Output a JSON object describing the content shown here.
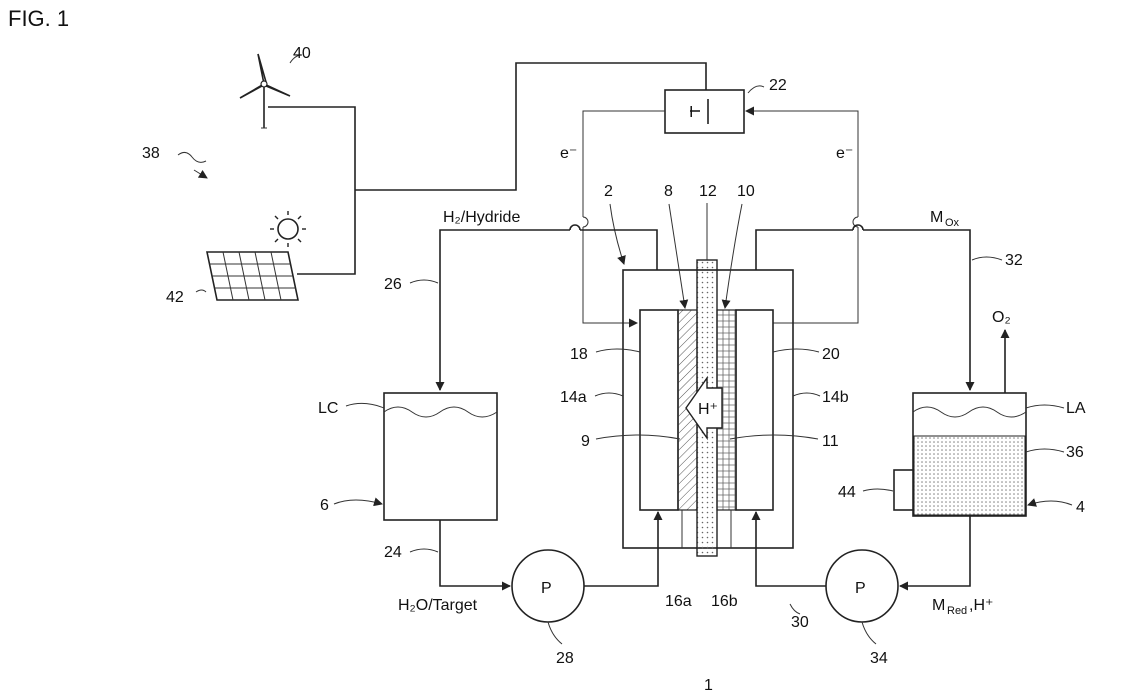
{
  "figure": {
    "title": "FIG. 1",
    "number": "1"
  },
  "labels": {
    "n2": "2",
    "n4": "4",
    "n6": "6",
    "n8": "8",
    "n9": "9",
    "n10": "10",
    "n11": "11",
    "n12": "12",
    "n14a": "14a",
    "n14b": "14b",
    "n16a": "16a",
    "n16b": "16b",
    "n18": "18",
    "n20": "20",
    "n22": "22",
    "n24": "24",
    "n26": "26",
    "n28": "28",
    "n30": "30",
    "n32": "32",
    "n34": "34",
    "n36": "36",
    "n38": "38",
    "n40": "40",
    "n42": "42",
    "n44": "44"
  },
  "text": {
    "h2_hydride": "H₂/Hydride",
    "m_ox_base": "M",
    "m_ox_sub": "Ox",
    "m_red_base": "M",
    "m_red_sub": "Red",
    "m_red_tail": ",H⁺",
    "h2o_target": "H₂O/Target",
    "o2": "O₂",
    "e_left": "e⁻",
    "e_right": "e⁻",
    "h_plus": "H⁺",
    "lc": "LC",
    "la": "LA",
    "pump_left": "P",
    "pump_right": "P",
    "source_symbol": "I"
  }
}
